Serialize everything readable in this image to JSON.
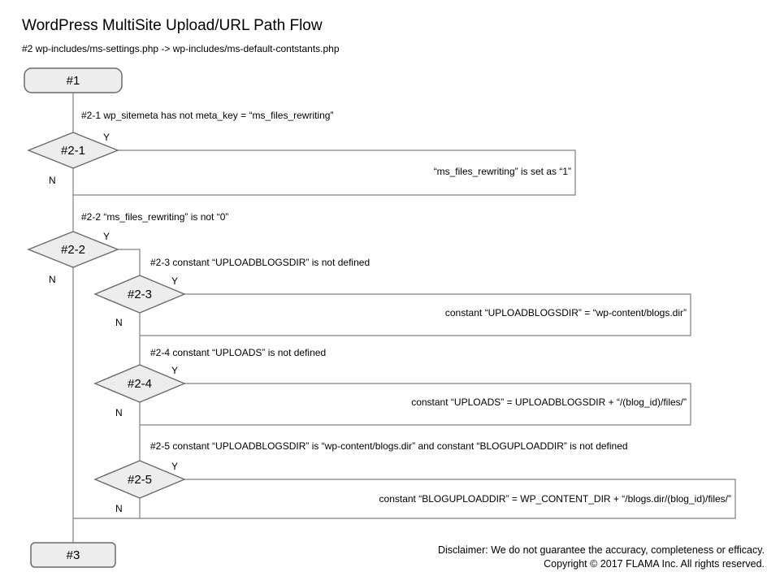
{
  "page": {
    "title": "WordPress MultiSite Upload/URL Path Flow",
    "subtitle": "#2 wp-includes/ms-settings.php -> wp-includes/ms-default-contstants.php"
  },
  "flow": {
    "start": {
      "label": "#1"
    },
    "end": {
      "label": "#3"
    },
    "branch": {
      "yes": "Y",
      "no": "N"
    },
    "decisions": [
      {
        "id": "#2-1",
        "condition": "#2-1 wp_sitemeta has not meta_key = “ms_files_rewriting”",
        "yes_action": "“ms_files_rewriting” is set as “1”"
      },
      {
        "id": "#2-2",
        "condition": "#2-2 “ms_files_rewriting” is not “0”"
      },
      {
        "id": "#2-3",
        "condition": "#2-3 constant “UPLOADBLOGSDIR” is not defined",
        "yes_action": "constant “UPLOADBLOGSDIR” = “wp-content/blogs.dir”"
      },
      {
        "id": "#2-4",
        "condition": "#2-4 constant “UPLOADS” is not defined",
        "yes_action": "constant “UPLOADS” = UPLOADBLOGSDIR + “/(blog_id)/files/”"
      },
      {
        "id": "#2-5",
        "condition": "#2-5 constant “UPLOADBLOGSDIR” is “wp-content/blogs.dir” and constant “BLOGUPLOADDIR” is not defined",
        "yes_action": "constant “BLOGUPLOADDIR” = WP_CONTENT_DIR + “/blogs.dir/(blog_id)/files/”"
      }
    ]
  },
  "footer": {
    "disclaimer": "Disclaimer: We do not guarantee the accuracy, completeness or efficacy.",
    "copyright": "Copyright © 2017 FLAMA Inc. All rights reserved."
  },
  "colors": {
    "background": "#ffffff",
    "shape_fill": "#ededed",
    "shape_stroke": "#6b6b6b",
    "connector": "#7f7f7f",
    "text": "#000000"
  }
}
